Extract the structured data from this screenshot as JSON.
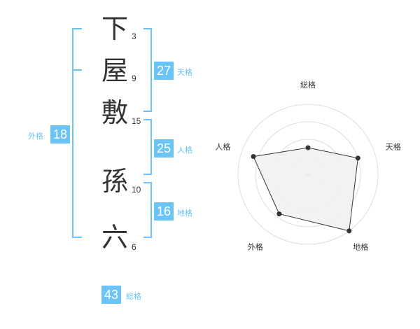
{
  "accent_color": "#6cc4f6",
  "name": {
    "characters": [
      {
        "char": "下",
        "strokes": "3"
      },
      {
        "char": "屋",
        "strokes": "9"
      },
      {
        "char": "敷",
        "strokes": "15"
      },
      {
        "char": "孫",
        "strokes": "10"
      },
      {
        "char": "六",
        "strokes": "6"
      }
    ]
  },
  "fortune": {
    "tenkaku": {
      "value": "27",
      "label": "天格"
    },
    "jinkaku": {
      "value": "25",
      "label": "人格"
    },
    "chikaku": {
      "value": "16",
      "label": "地格"
    },
    "gaikaku": {
      "value": "18",
      "label": "外格"
    },
    "soukaku": {
      "value": "43",
      "label": "総格"
    }
  },
  "chart_data": {
    "type": "radar",
    "axes": [
      "総格",
      "天格",
      "地格",
      "外格",
      "人格"
    ],
    "values": [
      0.38,
      0.75,
      1.0,
      0.7,
      0.82
    ],
    "rings": 4,
    "fill": "#f0f0f0",
    "line_color": "#333333"
  }
}
